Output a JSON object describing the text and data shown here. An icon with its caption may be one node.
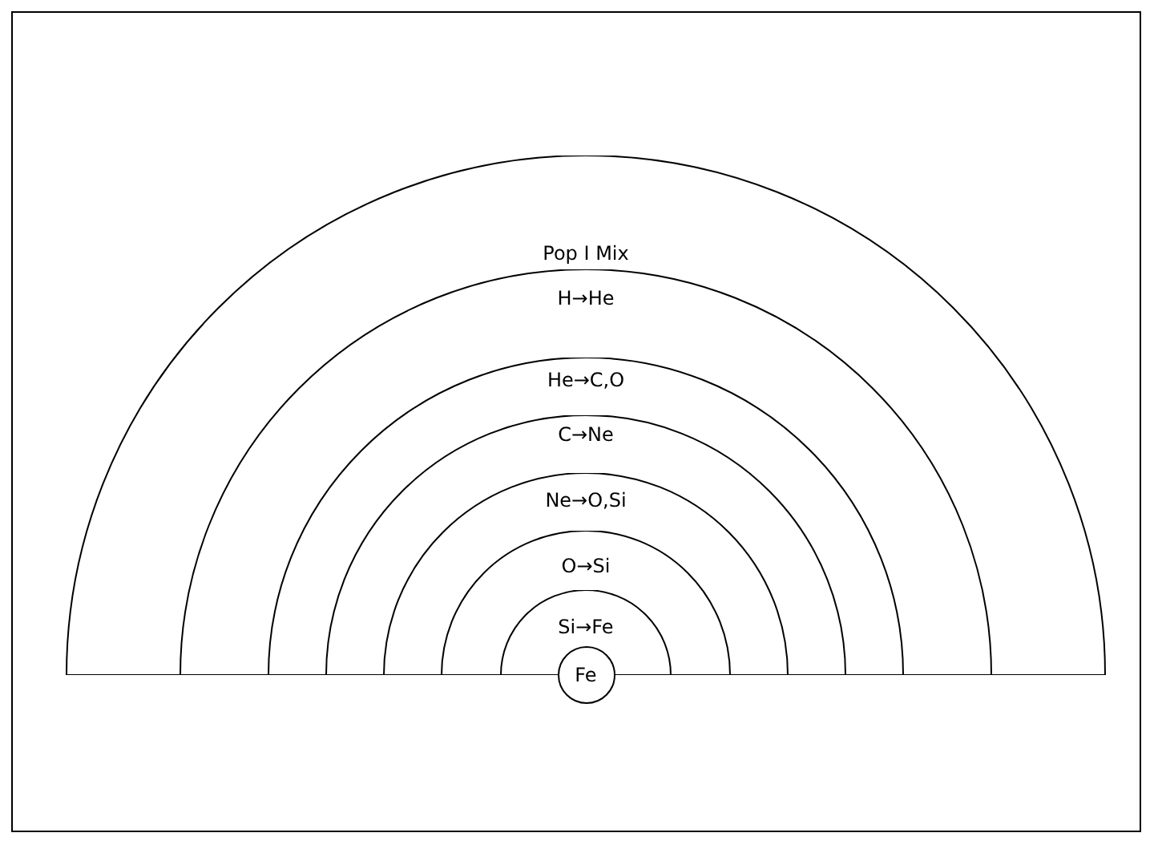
{
  "diagram": {
    "nodes": [
      {
        "text": [
          "Pop I Mix"
        ]
      },
      {
        "text": [
          "H→He"
        ],
        "in": 0
      },
      {
        "text": [
          "He→C,O"
        ],
        "in": 1
      },
      {
        "text": [
          "C→Ne"
        ],
        "in": 2
      },
      {
        "text": [
          "Ne→O,Si"
        ],
        "in": 3
      },
      {
        "text": [
          "O→Si"
        ],
        "in": 4
      },
      {
        "text": [
          "Si→Fe"
        ],
        "in": 5
      },
      {
        "text": [
          "Fe"
        ]
      }
    ]
  }
}
